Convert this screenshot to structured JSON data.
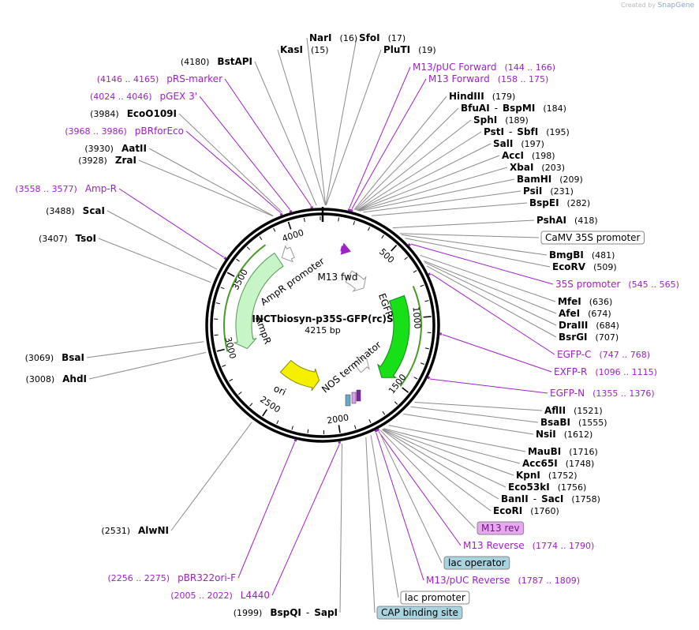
{
  "credit": {
    "prefix": "Created by",
    "brand": "SnapGene"
  },
  "plasmid": {
    "name": "INCTbiosyn-p35S-GFP(rc)S",
    "length_label": "4215 bp",
    "length": 4215
  },
  "colors": {
    "feature_purple": "#a020c8",
    "enzyme_black": "#000000",
    "ampr": "#c8f5c8",
    "egfp": "#18e018",
    "ori": "#f5f000",
    "box_blue": "#a8d4e0",
    "box_pink": "#e8a8f0",
    "arrow_outline": "#999999"
  },
  "ticks": [
    "500",
    "1000",
    "1500",
    "2000",
    "2500",
    "3000",
    "3500",
    "4000"
  ],
  "map_features": [
    {
      "label": "AmpR promoter",
      "kind": "promoter"
    },
    {
      "label": "AmpR",
      "kind": "cds"
    },
    {
      "label": "M13 fwd",
      "kind": "primer"
    },
    {
      "label": "EGFP",
      "kind": "cds"
    },
    {
      "label": "NOS terminator",
      "kind": "terminator"
    },
    {
      "label": "ori",
      "kind": "origin"
    }
  ],
  "labels": [
    {
      "name": "NarI",
      "pos": "(16)",
      "style": "enzyme"
    },
    {
      "name": "KasI",
      "pos": "(15)",
      "style": "enzyme"
    },
    {
      "name": "BstAPI",
      "pos": "(4180)",
      "style": "enzyme"
    },
    {
      "name": "pRS-marker",
      "pos": "(4146 .. 4165)",
      "style": "feature"
    },
    {
      "name": "pGEX 3'",
      "pos": "(4024 .. 4046)",
      "style": "feature"
    },
    {
      "name": "EcoO109I",
      "pos": "(3984)",
      "style": "enzyme"
    },
    {
      "name": "pBRforEco",
      "pos": "(3968 .. 3986)",
      "style": "feature"
    },
    {
      "name": "AatII",
      "pos": "(3930)",
      "style": "enzyme"
    },
    {
      "name": "ZraI",
      "pos": "(3928)",
      "style": "enzyme"
    },
    {
      "name": "Amp-R",
      "pos": "(3558 .. 3577)",
      "style": "feature"
    },
    {
      "name": "ScaI",
      "pos": "(3488)",
      "style": "enzyme"
    },
    {
      "name": "TsoI",
      "pos": "(3407)",
      "style": "enzyme"
    },
    {
      "name": "BsaI",
      "pos": "(3069)",
      "style": "enzyme"
    },
    {
      "name": "AhdI",
      "pos": "(3008)",
      "style": "enzyme"
    },
    {
      "name": "AlwNI",
      "pos": "(2531)",
      "style": "enzyme"
    },
    {
      "name": "pBR322ori-F",
      "pos": "(2256 .. 2275)",
      "style": "feature"
    },
    {
      "name": "L4440",
      "pos": "(2005 .. 2022)",
      "style": "feature"
    },
    {
      "name": "BspQI",
      "name2": "SapI",
      "pos": "(1999)",
      "style": "enzyme"
    },
    {
      "name": "SfoI",
      "pos": "(17)",
      "style": "enzyme"
    },
    {
      "name": "PluTI",
      "pos": "(19)",
      "style": "enzyme"
    },
    {
      "name": "M13/pUC Forward",
      "pos": "(144 .. 166)",
      "style": "feature"
    },
    {
      "name": "M13 Forward",
      "pos": "(158 .. 175)",
      "style": "feature"
    },
    {
      "name": "HindIII",
      "pos": "(179)",
      "style": "enzyme"
    },
    {
      "name": "BfuAI",
      "name2": "BspMI",
      "pos": "(184)",
      "style": "enzyme"
    },
    {
      "name": "SphI",
      "pos": "(189)",
      "style": "enzyme"
    },
    {
      "name": "PstI",
      "name2": "SbfI",
      "pos": "(195)",
      "style": "enzyme"
    },
    {
      "name": "SalI",
      "pos": "(197)",
      "style": "enzyme"
    },
    {
      "name": "AccI",
      "pos": "(198)",
      "style": "enzyme"
    },
    {
      "name": "XbaI",
      "pos": "(203)",
      "style": "enzyme"
    },
    {
      "name": "BamHI",
      "pos": "(209)",
      "style": "enzyme"
    },
    {
      "name": "PsiI",
      "pos": "(231)",
      "style": "enzyme"
    },
    {
      "name": "BspEI",
      "pos": "(282)",
      "style": "enzyme"
    },
    {
      "name": "PshAI",
      "pos": "(418)",
      "style": "enzyme"
    },
    {
      "name": "CaMV 35S promoter",
      "style": "box_white"
    },
    {
      "name": "BmgBI",
      "pos": "(481)",
      "style": "enzyme"
    },
    {
      "name": "EcoRV",
      "pos": "(509)",
      "style": "enzyme"
    },
    {
      "name": "35S promoter",
      "pos": "(545 .. 565)",
      "style": "feature"
    },
    {
      "name": "MfeI",
      "pos": "(636)",
      "style": "enzyme"
    },
    {
      "name": "AfeI",
      "pos": "(674)",
      "style": "enzyme"
    },
    {
      "name": "DraIII",
      "pos": "(684)",
      "style": "enzyme"
    },
    {
      "name": "BsrGI",
      "pos": "(707)",
      "style": "enzyme"
    },
    {
      "name": "EGFP-C",
      "pos": "(747 .. 768)",
      "style": "feature"
    },
    {
      "name": "EXFP-R",
      "pos": "(1096 .. 1115)",
      "style": "feature"
    },
    {
      "name": "EGFP-N",
      "pos": "(1355 .. 1376)",
      "style": "feature"
    },
    {
      "name": "AflII",
      "pos": "(1521)",
      "style": "enzyme"
    },
    {
      "name": "BsaBI",
      "pos": "(1555)",
      "style": "enzyme"
    },
    {
      "name": "NsiI",
      "pos": "(1612)",
      "style": "enzyme"
    },
    {
      "name": "MauBI",
      "pos": "(1716)",
      "style": "enzyme"
    },
    {
      "name": "Acc65I",
      "pos": "(1748)",
      "style": "enzyme"
    },
    {
      "name": "KpnI",
      "pos": "(1752)",
      "style": "enzyme"
    },
    {
      "name": "Eco53kI",
      "pos": "(1756)",
      "style": "enzyme"
    },
    {
      "name": "BanII",
      "name2": "SacI",
      "pos": "(1758)",
      "style": "enzyme"
    },
    {
      "name": "EcoRI",
      "pos": "(1760)",
      "style": "enzyme"
    },
    {
      "name": "M13 rev",
      "style": "box_pink"
    },
    {
      "name": "M13 Reverse",
      "pos": "(1774 .. 1790)",
      "style": "feature"
    },
    {
      "name": "lac operator",
      "style": "box_blue"
    },
    {
      "name": "M13/pUC Reverse",
      "pos": "(1787 .. 1809)",
      "style": "feature"
    },
    {
      "name": "lac promoter",
      "style": "box_white"
    },
    {
      "name": "CAP binding site",
      "style": "box_blue"
    }
  ]
}
